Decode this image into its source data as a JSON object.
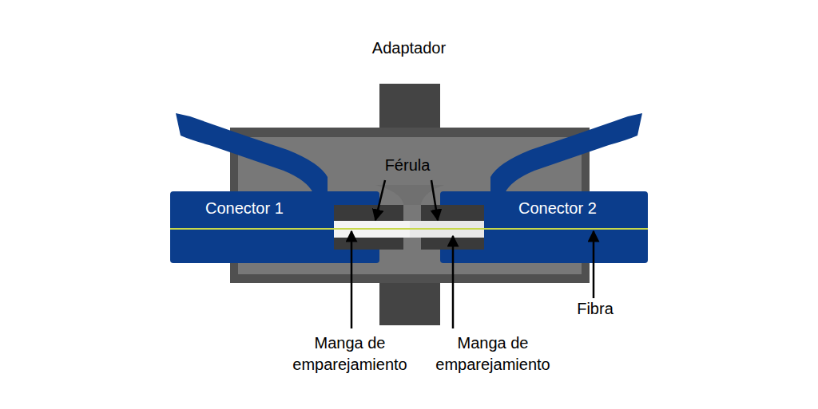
{
  "diagram": {
    "nodes": [
      {
        "text": [
          "Adaptador"
        ]
      },
      {
        "text": [
          "Conector 1"
        ]
      },
      {
        "text": [
          "Conector 2"
        ]
      }
    ],
    "labels": [
      "Férula",
      "Manga de emparejamiento",
      "Manga de emparejamiento",
      "Fibra"
    ]
  }
}
